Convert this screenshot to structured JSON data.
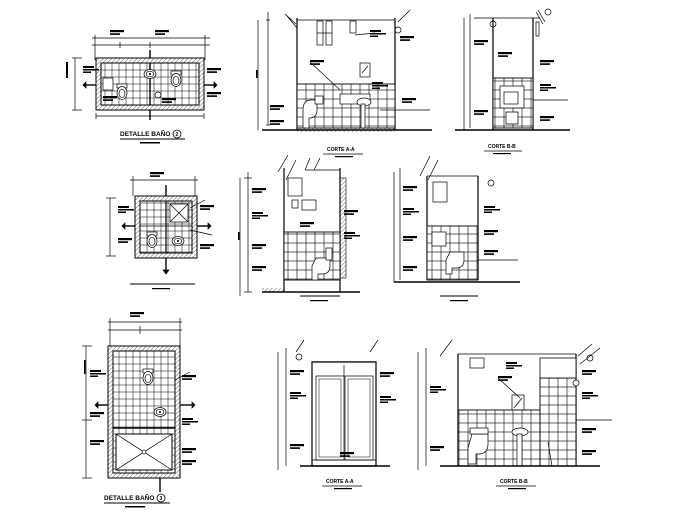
{
  "sheet": {
    "titles": {
      "plan_top": "DETALLE BAÑO",
      "plan_top_number": "2",
      "plan_bottom": "DETALLE BAÑO",
      "plan_bottom_number": "3",
      "section_aa_top": "CORTE A-A",
      "section_bb_top": "CORTE B-B",
      "section_aa_bottom": "CORTE A-A",
      "section_bb_bottom": "CORTE B-B"
    },
    "colors": {
      "ink": "#000000",
      "paper": "#ffffff"
    }
  }
}
